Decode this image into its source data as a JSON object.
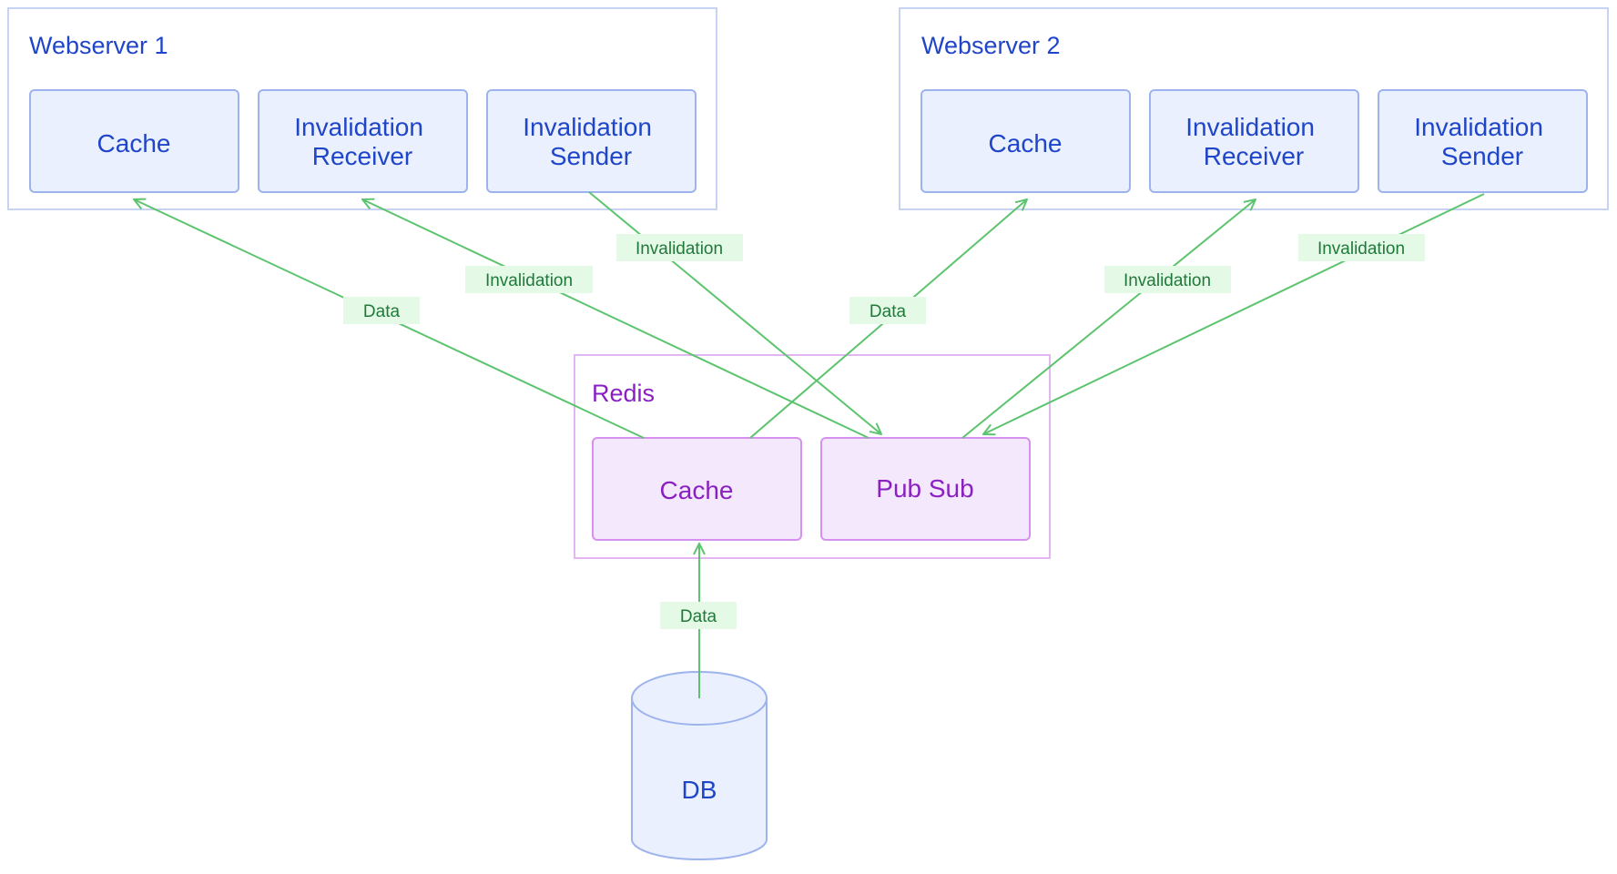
{
  "groups": {
    "ws1": {
      "title": "Webserver 1"
    },
    "ws2": {
      "title": "Webserver 2"
    },
    "redis": {
      "title": "Redis"
    }
  },
  "nodes": {
    "ws1_cache": {
      "label": "Cache"
    },
    "ws1_receiver": {
      "lines": [
        "Invalidation",
        "Receiver"
      ]
    },
    "ws1_sender": {
      "lines": [
        "Invalidation",
        "Sender"
      ]
    },
    "ws2_cache": {
      "label": "Cache"
    },
    "ws2_receiver": {
      "lines": [
        "Invalidation",
        "Receiver"
      ]
    },
    "ws2_sender": {
      "lines": [
        "Invalidation",
        "Sender"
      ]
    },
    "redis_cache": {
      "label": "Cache"
    },
    "redis_pubsub": {
      "label": "Pub Sub"
    },
    "db": {
      "label": "DB"
    }
  },
  "edges": [
    {
      "from": "redis_cache",
      "to": "ws1_cache",
      "label": "Data"
    },
    {
      "from": "redis_pubsub",
      "to": "ws1_receiver",
      "label": "Invalidation"
    },
    {
      "from": "ws1_sender",
      "to": "redis_pubsub",
      "label": "Invalidation"
    },
    {
      "from": "redis_cache",
      "to": "ws2_cache",
      "label": "Data"
    },
    {
      "from": "redis_pubsub",
      "to": "ws2_receiver",
      "label": "Invalidation"
    },
    {
      "from": "ws2_sender",
      "to": "redis_pubsub",
      "label": "Invalidation"
    },
    {
      "from": "db",
      "to": "redis_cache",
      "label": "Data"
    }
  ],
  "colors": {
    "webserver_border": "#c7d3f3",
    "webserver_fill": "#ffffff",
    "webserver_text": "#1f45c8",
    "ws_node_fill": "#eaf0fd",
    "ws_node_border": "#9db3ee",
    "redis_border": "#e3b6f1",
    "redis_text": "#8a1fc2",
    "redis_node_fill": "#f4e9fc",
    "redis_node_border": "#d690ef",
    "edge": "#5cc46e",
    "edge_label_bg": "#e5f9e7",
    "edge_label_text": "#1f7a3a",
    "db_fill": "#eaf0fd",
    "db_border": "#9db3ee"
  }
}
